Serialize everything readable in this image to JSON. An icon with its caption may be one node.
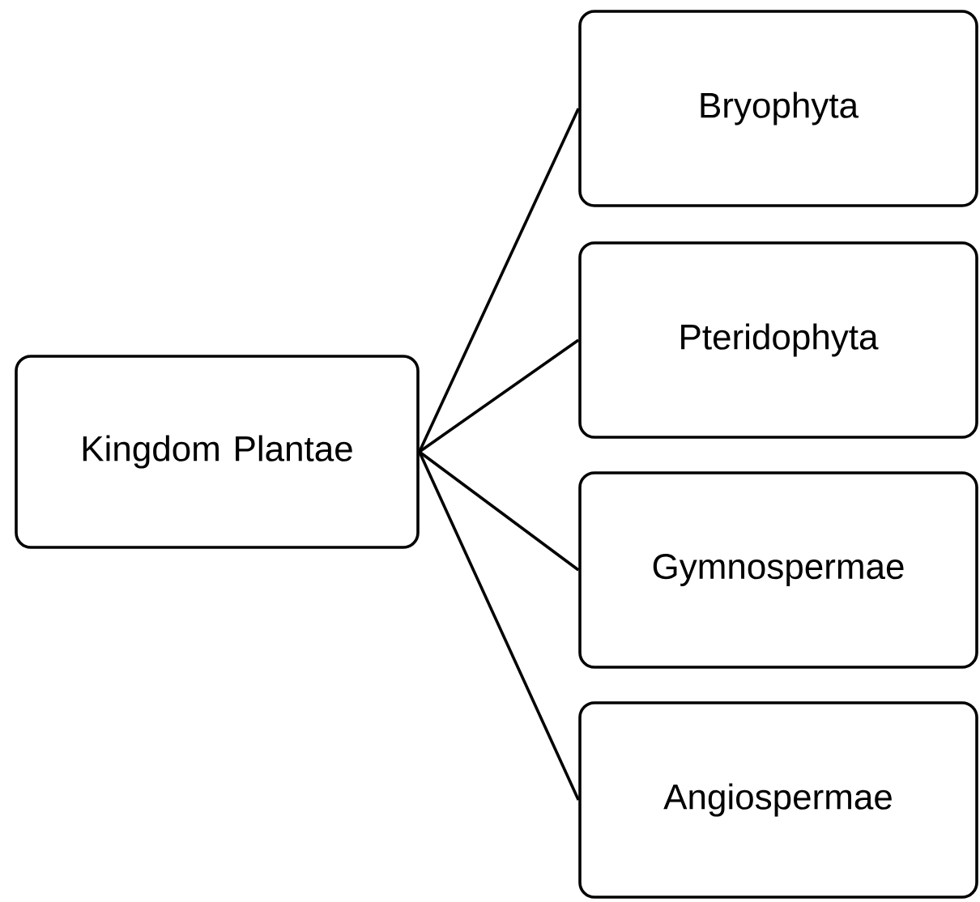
{
  "diagram": {
    "nodes": [
      {
        "text": [
          "Kingdom Plantae"
        ]
      },
      {
        "text": [
          "Bryophyta"
        ]
      },
      {
        "text": [
          "Pteridophyta"
        ]
      },
      {
        "text": [
          "Gymnospermae"
        ]
      },
      {
        "text": [
          "Angiospermae"
        ]
      }
    ],
    "edges": [
      {
        "from": 0,
        "to": 1,
        "arrow": "none"
      },
      {
        "from": 0,
        "to": 2,
        "arrow": "none"
      },
      {
        "from": 0,
        "to": 3,
        "arrow": "none"
      },
      {
        "from": 0,
        "to": 4,
        "arrow": "none"
      }
    ]
  }
}
